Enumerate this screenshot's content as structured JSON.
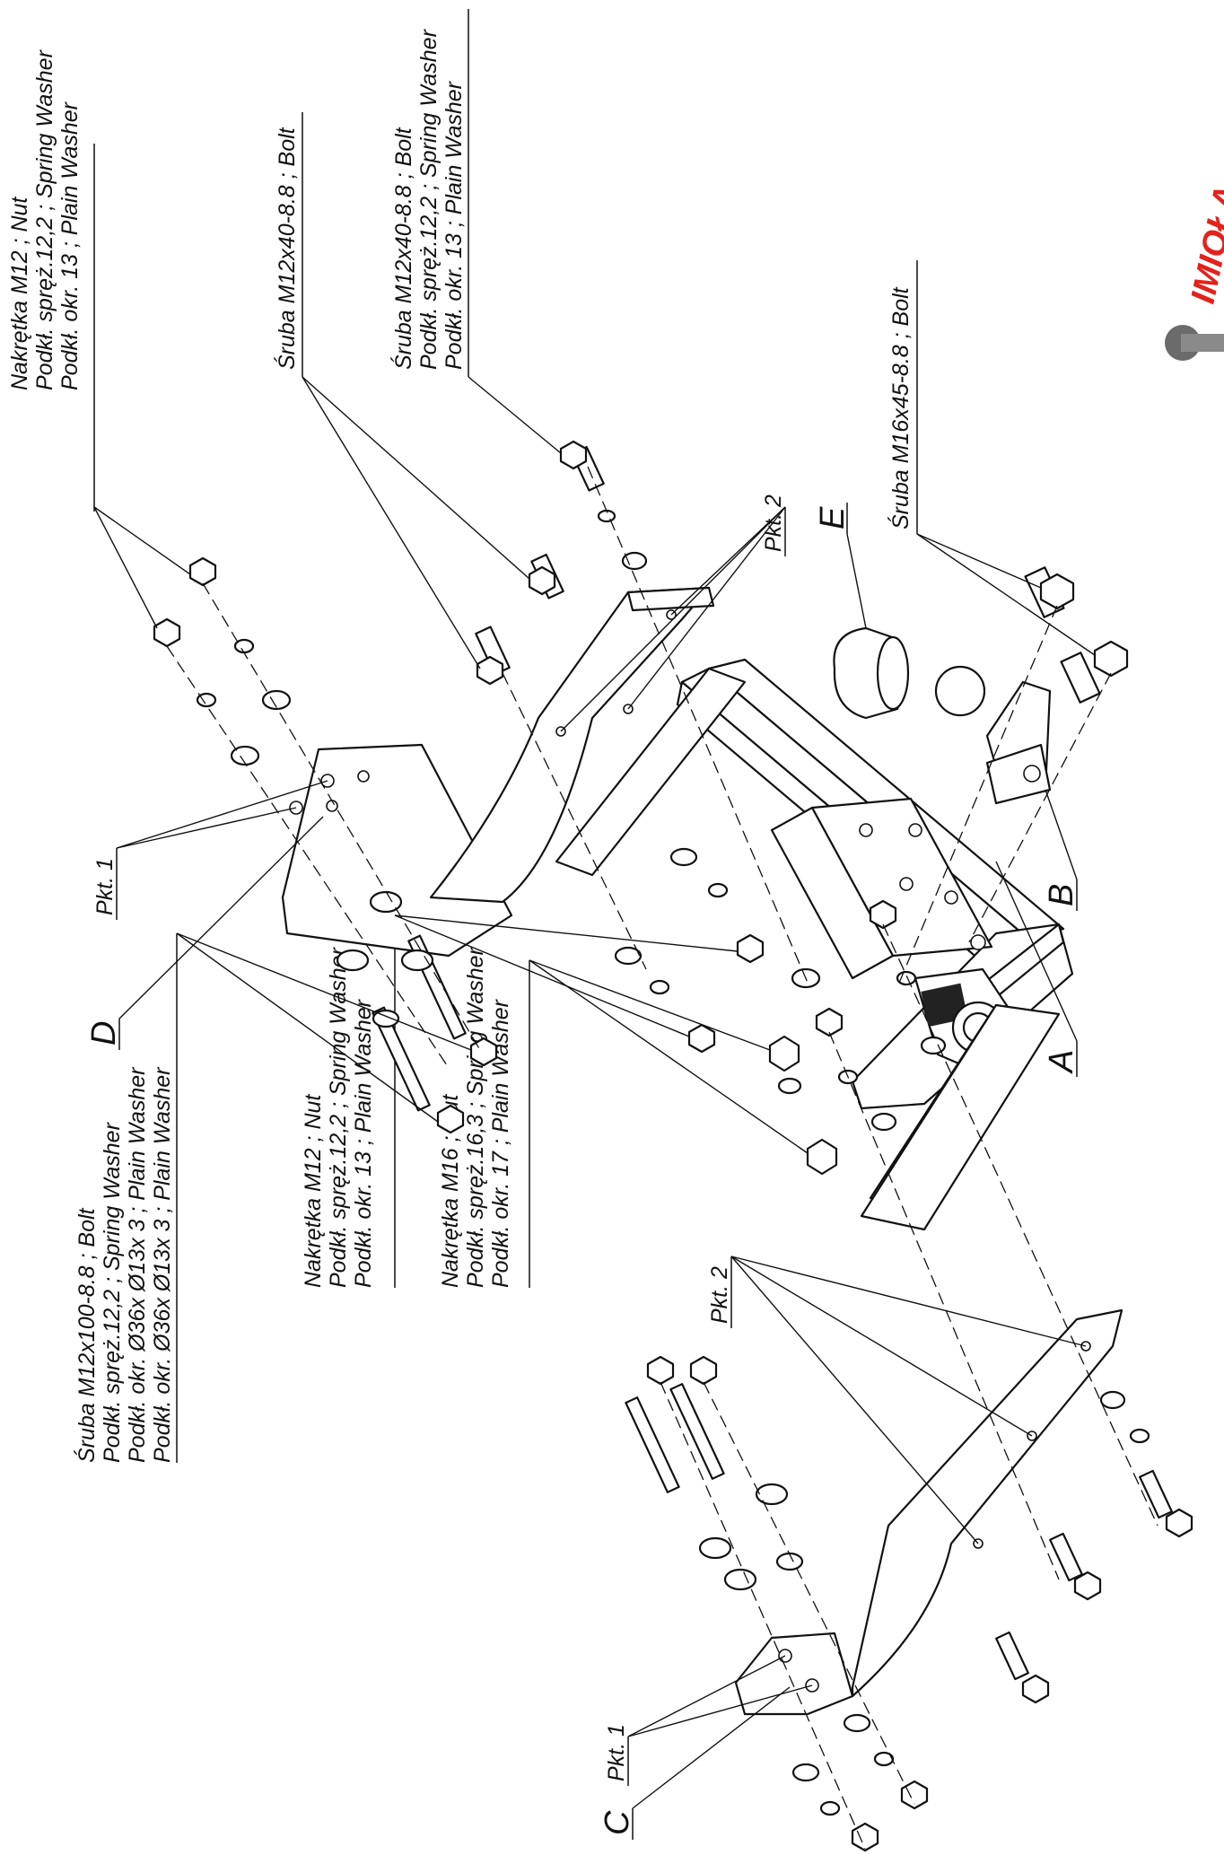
{
  "brand": {
    "logo_text": "IMIOŁA",
    "brand_color": "#e3221b"
  },
  "callouts": {
    "top_nut_m12": {
      "l1": "Nakrętka  M12 ; Nut",
      "l2": "Podkł. spręż.12,2 ; Spring Washer",
      "l3": "Podkł. okr. 13 ; Plain Washer"
    },
    "top_bolt_m12x40_a": {
      "l1": "Śruba M12x40-8.8 ;  Bolt"
    },
    "top_bolt_m12x40_b": {
      "l1": "Śruba M12x40-8.8 ;  Bolt",
      "l2": "Podkł. spręż.12,2 ; Spring Washer",
      "l3": "Podkł. okr. 13 ; Plain Washer"
    },
    "top_bolt_m16x45": {
      "l1": "Śruba M16x45-8.8 ;  Bolt"
    },
    "bottom_bolt_m12x100": {
      "l1": "Śruba M12x100-8.8 ;  Bolt",
      "l2": "Podkł. spręż.12,2 ; Spring Washer",
      "l3": "Podkł. okr.  Ø36x Ø13x 3 ; Plain Washer",
      "l4": "Podkł. okr.  Ø36x Ø13x 3 ; Plain Washer"
    },
    "bottom_nut_m12": {
      "l1": "Nakrętka  M12 ; Nut",
      "l2": "Podkł. spręż.12,2 ; Spring Washer",
      "l3": "Podkł. okr. 13 ; Plain Washer"
    },
    "bottom_nut_m16": {
      "l1": "Nakrętka  M16 ; Nut",
      "l2": "Podkł. spręż.16,3 ; Spring Washer",
      "l3": "Podkł. okr. 17 ; Plain Washer"
    }
  },
  "part_letters": {
    "a": "A",
    "b": "B",
    "c": "C",
    "d": "D",
    "e": "E"
  },
  "points": {
    "pkt1": "Pkt. 1",
    "pkt2": "Pkt. 2"
  }
}
